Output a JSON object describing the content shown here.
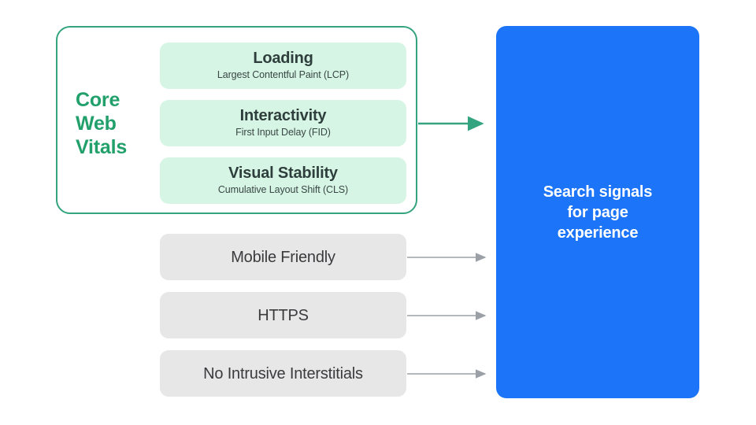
{
  "diagram": {
    "title_group": {
      "label": "Core\nWeb\nVitals",
      "accent_color": "#22a06b"
    },
    "core_web_vitals": [
      {
        "title": "Loading",
        "subtitle": "Largest Contentful Paint (LCP)"
      },
      {
        "title": "Interactivity",
        "subtitle": "First Input Delay (FID)"
      },
      {
        "title": "Visual Stability",
        "subtitle": "Cumulative Layout Shift (CLS)"
      }
    ],
    "other_signals": [
      {
        "label": "Mobile Friendly"
      },
      {
        "label": "HTTPS"
      },
      {
        "label": "No Intrusive Interstitials"
      }
    ],
    "destination": {
      "label": "Search signals\nfor page\nexperience",
      "color": "#1c74f8",
      "text_color": "#ffffff"
    },
    "colors": {
      "mint_card": "#d6f5e4",
      "gray_box": "#e7e7e8",
      "green_border": "#34a480",
      "green_arrow": "#34a480",
      "gray_arrow": "#9aa0a6",
      "blue": "#1c74f8",
      "dark_text": "#2e3e3c"
    },
    "arrows": [
      {
        "name": "core-web-vitals-to-search-signals",
        "color": "#34a480"
      },
      {
        "name": "mobile-friendly-to-search-signals",
        "color": "#9aa0a6"
      },
      {
        "name": "https-to-search-signals",
        "color": "#9aa0a6"
      },
      {
        "name": "no-intrusive-interstitials-to-search-signals",
        "color": "#9aa0a6"
      }
    ]
  }
}
